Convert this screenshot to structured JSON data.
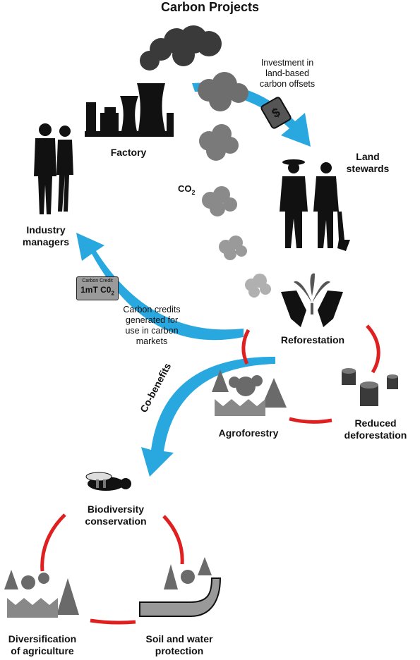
{
  "title": "Carbon Projects",
  "labels": {
    "factory": "Factory",
    "land_stewards": [
      "Land",
      "stewards"
    ],
    "industry_managers": [
      "Industry",
      "managers"
    ],
    "co2_base": "CO",
    "co2_sub": "2",
    "investment": [
      "Investment in",
      "land-based",
      "carbon offsets"
    ],
    "carbon_credits": [
      "Carbon credits",
      "generated for",
      "use in carbon",
      "markets"
    ],
    "reforestation": "Reforestation",
    "agroforestry": "Agroforestry",
    "reduced_deforestation": [
      "Reduced",
      "deforestation"
    ],
    "co_benefits": "Co-benefits",
    "biodiversity": [
      "Biodiversity",
      "conservation"
    ],
    "diversification": [
      "Diversification",
      "of agriculture"
    ],
    "soil_water": [
      "Soil and water",
      "protection"
    ]
  },
  "credit_card": {
    "small": "Carbon Credit",
    "big": "1mT C0",
    "big_sub": "2"
  },
  "colors": {
    "arrow_blue": "#29a8e0",
    "cycle_red": "#e02020",
    "smoke_gray": "#6e6e6e",
    "silhouette": "#111111"
  }
}
